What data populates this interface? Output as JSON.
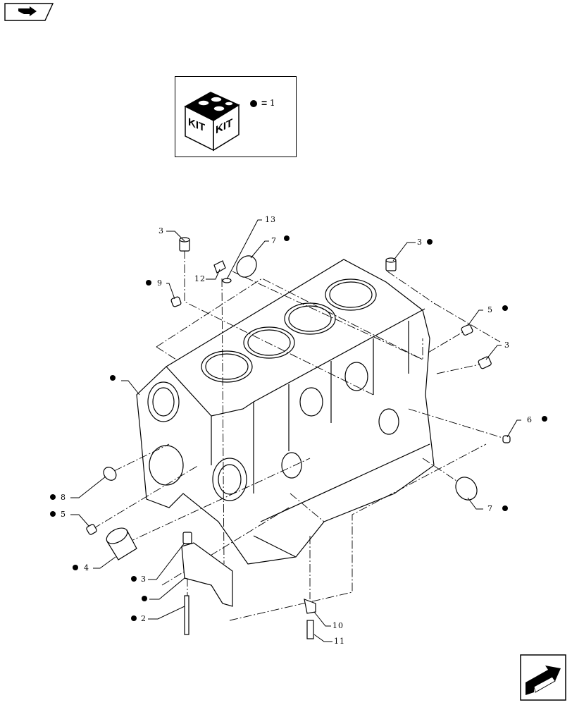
{
  "legend": {
    "kit_text_left": "KIT",
    "kit_text_right": "KIT",
    "equals": "=",
    "quantity": "1"
  },
  "callouts": [
    {
      "id": "c13",
      "text": "13"
    },
    {
      "id": "c7a",
      "text": "7"
    },
    {
      "id": "c3a",
      "text": "3"
    },
    {
      "id": "c12",
      "text": "12"
    },
    {
      "id": "c3b",
      "text": "3"
    },
    {
      "id": "c9",
      "text": "9"
    },
    {
      "id": "c5a",
      "text": "5"
    },
    {
      "id": "c3c",
      "text": "3"
    },
    {
      "id": "c6",
      "text": "6"
    },
    {
      "id": "c8",
      "text": "8"
    },
    {
      "id": "c5b",
      "text": "5"
    },
    {
      "id": "c7b",
      "text": "7"
    },
    {
      "id": "c4",
      "text": "4"
    },
    {
      "id": "c3d",
      "text": "3"
    },
    {
      "id": "c2",
      "text": "2"
    },
    {
      "id": "c10",
      "text": "10"
    },
    {
      "id": "c11",
      "text": "11"
    }
  ],
  "colors": {
    "ink": "#000000",
    "background": "#ffffff",
    "part_fill": "#ffffff"
  },
  "icons": {
    "top_nav": "previous-page-arrow-icon",
    "bottom_nav": "next-page-arrow-icon",
    "kit": "kit-box-icon"
  }
}
